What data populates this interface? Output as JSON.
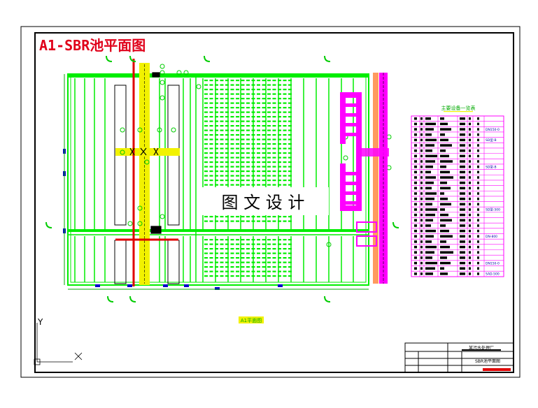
{
  "drawing": {
    "title": "A1-SBR池平面图",
    "watermark": "图 文 设 计",
    "axis_y_label": "Y",
    "axis_x_label": "X"
  },
  "colors": {
    "frame": "#000000",
    "title": "#e0001a",
    "wall": "#00ee00",
    "main_pipe": "#e00000",
    "yellow_pipe": "#f2f200",
    "magenta_pipe": "#ff00ff",
    "orange_pipe": "#ff9a60",
    "equip_blue": "#0000cc",
    "label": "#00cc00",
    "table_line": "#ff00ff",
    "table_cell": "#000000",
    "stamp": "#e00000"
  },
  "equipment_table": {
    "title": "主要设备一览表",
    "note_tags": [
      "DN150-0",
      "SD型-B",
      "SD型-B",
      "SD型-500",
      "DN-800",
      "DN150-0",
      "SAD-500"
    ]
  },
  "title_block": {
    "project": "某污水处理厂",
    "sheet": "SBR池平面图"
  },
  "caption": "A1平面图"
}
